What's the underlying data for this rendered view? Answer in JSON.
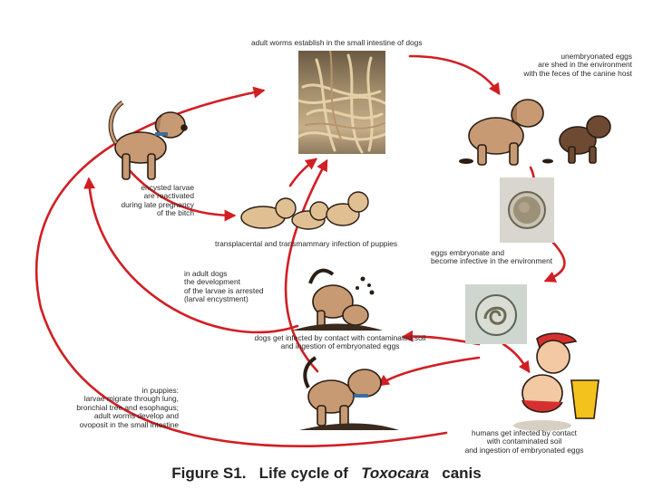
{
  "labels": {
    "adult_worms": "adult worms establish in the small intestine of dogs",
    "unembryonated_eggs": "unembryonated eggs\nare shed in the environment\nwith the feces of the canine host",
    "encysted_reactivated": "encysted larvae\nare reactivated\nduring late pregnancy\nof the bitch",
    "transplacental": "transplacental and transmammary infection of puppies",
    "eggs_embryonate": "eggs embryonate and\nbecome infective in the environment",
    "arrested_larvae": "in adult dogs\nthe development\nof the larvae is arrested\n(larval encystment)",
    "dogs_infected": "dogs get infected by contact with contaminated soil\nand ingestion of embryonated eggs",
    "puppies_migrate": "in puppies:\nlarvae migrate through lung,\nbronchial tree and esophagus;\nadult worms develop and\novoposit in the small intestine",
    "humans_infected": "humans get infected by contact\nwith contaminated soil\nand ingestion of embryonated eggs"
  },
  "caption": {
    "prefix": "Figure S1.",
    "middle": "Life cycle of",
    "genus": "Toxocara",
    "species": "canis"
  },
  "colors": {
    "arrow": "#d21e23",
    "dog": "#c79a73",
    "dark_dog": "#6e4a33",
    "outline": "#2b1d14"
  }
}
